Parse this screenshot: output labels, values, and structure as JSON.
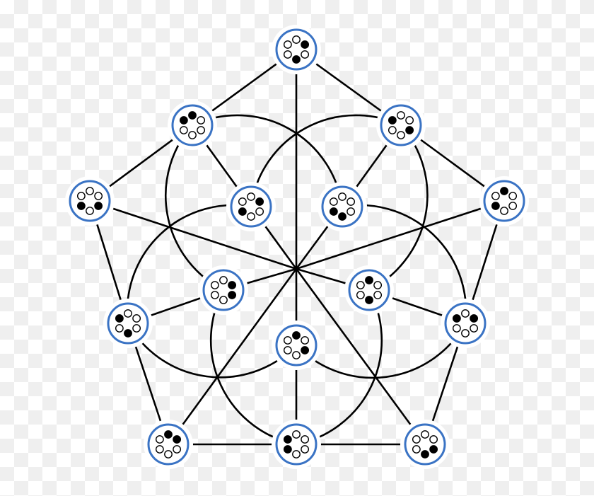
{
  "colors": {
    "edge": "#000000",
    "node_ring": "#3a73c4",
    "node_fill": "#ffffff",
    "dot_filled": "#000000"
  },
  "nodes": [
    {
      "id": "top",
      "filled": [
        1,
        3
      ]
    },
    {
      "id": "upper-left",
      "filled": [
        0,
        5
      ]
    },
    {
      "id": "upper-right",
      "filled": [
        2,
        5
      ]
    },
    {
      "id": "left",
      "filled": [
        2,
        4
      ]
    },
    {
      "id": "inner-upper-left",
      "filled": [
        1,
        4
      ]
    },
    {
      "id": "inner-upper-right",
      "filled": [
        3,
        4
      ]
    },
    {
      "id": "right",
      "filled": [
        0,
        4
      ]
    },
    {
      "id": "inner-left",
      "filled": [
        1,
        2
      ]
    },
    {
      "id": "inner-right",
      "filled": [
        0,
        3
      ]
    },
    {
      "id": "lower-left",
      "filled": [
        3,
        5
      ]
    },
    {
      "id": "lower-right",
      "filled": [
        1,
        5
      ]
    },
    {
      "id": "center-lower",
      "filled": [
        0,
        2
      ]
    },
    {
      "id": "bottom-left",
      "filled": [
        0,
        1
      ]
    },
    {
      "id": "bottom-center",
      "filled": [
        4,
        5
      ]
    },
    {
      "id": "bottom-right",
      "filled": [
        2,
        3
      ]
    }
  ],
  "straight_edges": [
    [
      "top",
      "upper-left"
    ],
    [
      "upper-left",
      "left"
    ],
    [
      "left",
      "lower-left"
    ],
    [
      "lower-left",
      "bottom-left"
    ],
    [
      "bottom-left",
      "bottom-center"
    ],
    [
      "bottom-center",
      "bottom-right"
    ],
    [
      "bottom-right",
      "lower-right"
    ],
    [
      "lower-right",
      "right"
    ],
    [
      "right",
      "upper-right"
    ],
    [
      "upper-right",
      "top"
    ],
    [
      "upper-left",
      "inner-upper-left"
    ],
    [
      "upper-right",
      "inner-upper-right"
    ],
    [
      "lower-left",
      "inner-left"
    ],
    [
      "lower-right",
      "inner-right"
    ],
    [
      "bottom-center",
      "center-lower"
    ]
  ],
  "spokes": [
    "top",
    "left",
    "right",
    "bottom-left",
    "bottom-right",
    "inner-upper-left",
    "inner-upper-right",
    "inner-left",
    "inner-right",
    "center-lower"
  ],
  "arc_edges": [
    [
      "upper-left",
      "inner-upper-right"
    ],
    [
      "inner-left",
      "upper-left"
    ],
    [
      "inner-upper-left",
      "upper-right"
    ],
    [
      "upper-right",
      "inner-right"
    ],
    [
      "lower-left",
      "inner-upper-left"
    ],
    [
      "center-lower",
      "lower-left"
    ],
    [
      "inner-upper-right",
      "lower-right"
    ],
    [
      "lower-right",
      "center-lower"
    ],
    [
      "inner-right",
      "bottom-center"
    ],
    [
      "bottom-center",
      "inner-left"
    ]
  ]
}
